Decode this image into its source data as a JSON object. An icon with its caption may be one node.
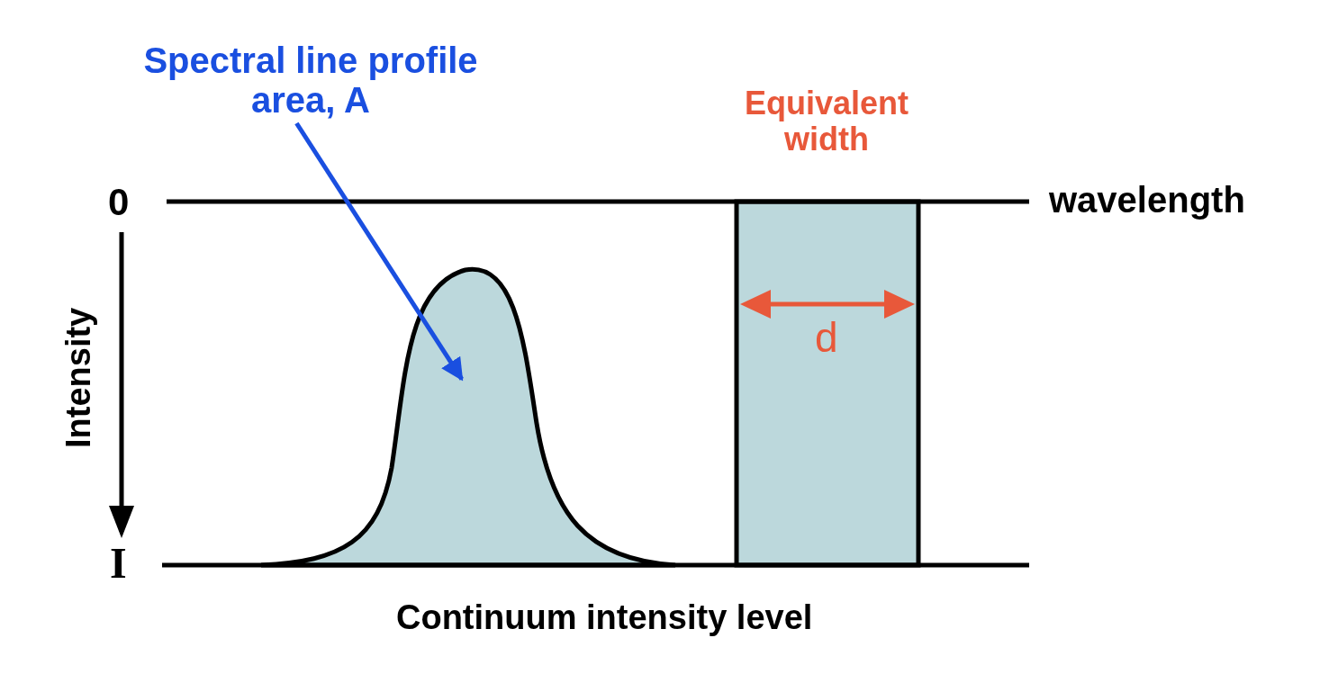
{
  "diagram": {
    "nodes": [
      {
        "text": [
          "Spectral line profile area, A"
        ]
      },
      {
        "text": [],
        "shape": "curve"
      }
    ],
    "edges": [
      {
        "from": 0,
        "to": 1,
        "arrow": "to",
        "color": "#1a4fe0"
      }
    ],
    "labels": [
      "Equivalent width",
      "0",
      "wavelength",
      "Intensity",
      "d",
      "I",
      "Continuum intensity level"
    ]
  }
}
